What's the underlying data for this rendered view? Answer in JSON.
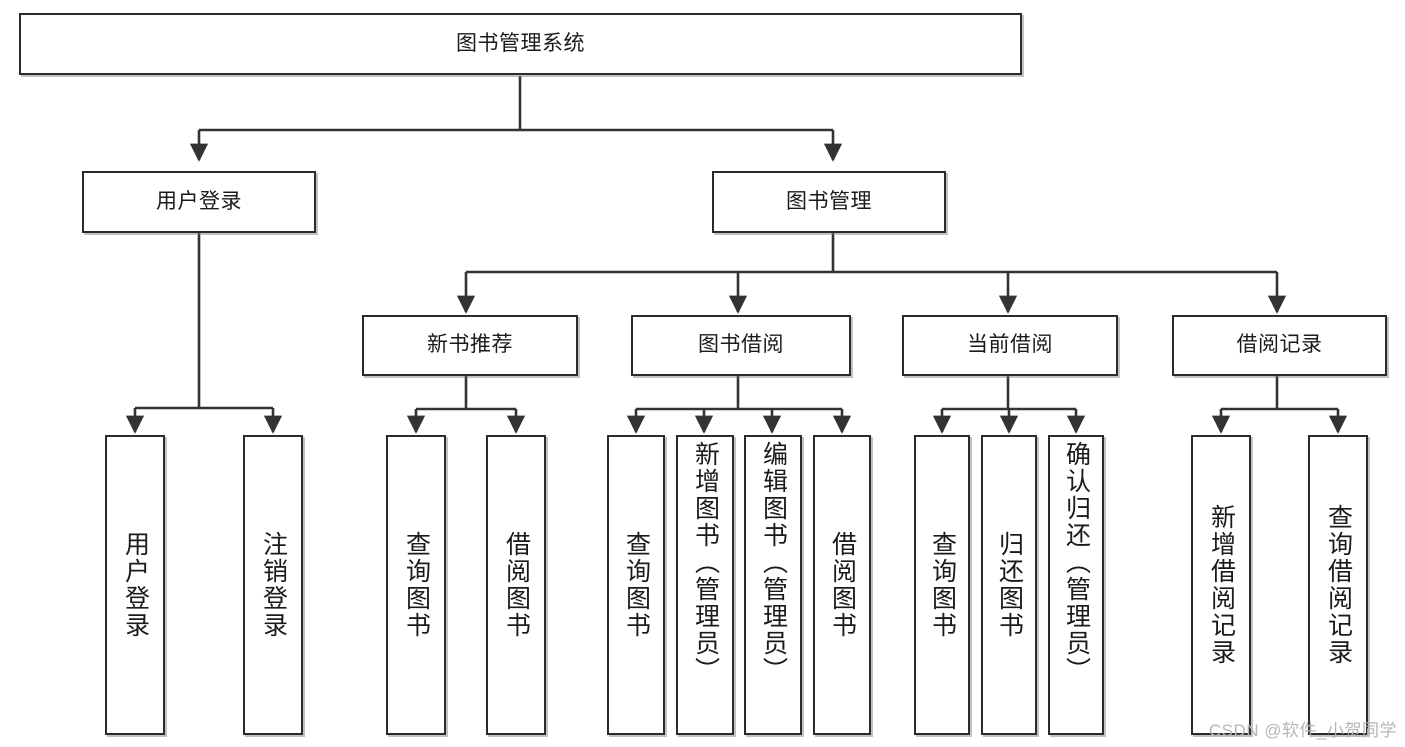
{
  "diagram": {
    "title": "图书管理系统",
    "type": "tree",
    "root": {
      "label": "图书管理系统"
    },
    "level2": [
      {
        "label": "用户登录"
      },
      {
        "label": "图书管理"
      }
    ],
    "level3": [
      {
        "label": "新书推荐"
      },
      {
        "label": "图书借阅"
      },
      {
        "label": "当前借阅"
      },
      {
        "label": "借阅记录"
      }
    ],
    "leaves": {
      "user_login": [
        {
          "label": "用户登录"
        },
        {
          "label": "注销登录"
        }
      ],
      "new_book_recommend": [
        {
          "label": "查询图书"
        },
        {
          "label": "借阅图书"
        }
      ],
      "book_borrow": [
        {
          "label": "查询图书"
        },
        {
          "label": "新增图书（管理员）"
        },
        {
          "label": "编辑图书（管理员）"
        },
        {
          "label": "借阅图书"
        }
      ],
      "current_borrow": [
        {
          "label": "查询图书"
        },
        {
          "label": "归还图书"
        },
        {
          "label": "确认归还（管理员）"
        }
      ],
      "borrow_record": [
        {
          "label": "新增借阅记录"
        },
        {
          "label": "查询借阅记录"
        }
      ]
    }
  },
  "watermark": {
    "text": "CSDN @软件_小贺同学"
  },
  "colors": {
    "box_border": "#2b2b2b",
    "box_fill": "#ffffff",
    "line": "#333333",
    "text": "#1b1b1b",
    "watermark": "#b6b6b6"
  }
}
